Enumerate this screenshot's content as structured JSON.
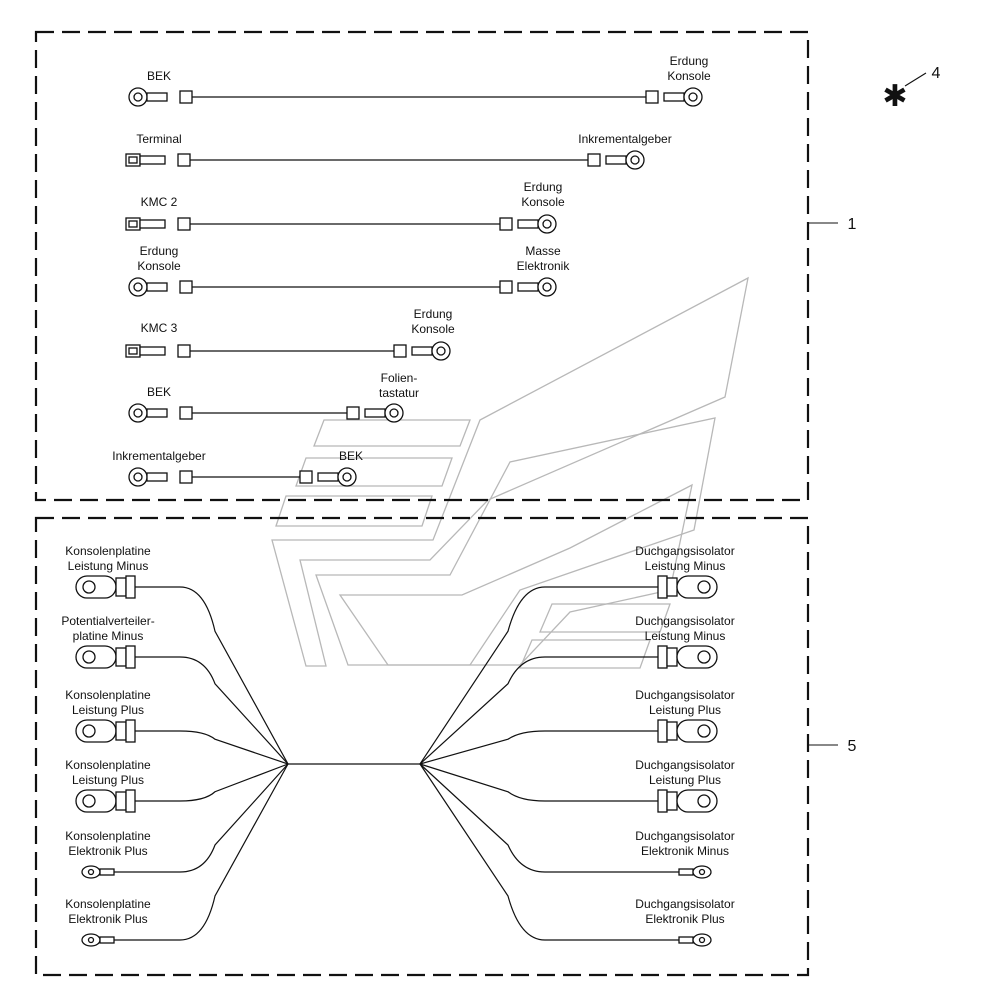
{
  "callouts": {
    "group_1": "1",
    "group_5": "5",
    "group_4": "4"
  },
  "symbol_mark": "✱",
  "group1": {
    "cables": [
      {
        "left": [
          "BEK"
        ],
        "right": [
          "Erdung",
          "Konsole"
        ]
      },
      {
        "left": [
          "Terminal"
        ],
        "right": [
          "Inkrementalgeber"
        ]
      },
      {
        "left": [
          "KMC 2"
        ],
        "right": [
          "Erdung",
          "Konsole"
        ]
      },
      {
        "left": [
          "Erdung",
          "Konsole"
        ],
        "right": [
          "Masse",
          "Elektronik"
        ]
      },
      {
        "left": [
          "KMC 3"
        ],
        "right": [
          "Erdung",
          "Konsole"
        ]
      },
      {
        "left": [
          "BEK"
        ],
        "right": [
          "Folien-",
          "tastatur"
        ]
      },
      {
        "left": [
          "Inkrementalgeber"
        ],
        "right": [
          "BEK"
        ]
      }
    ]
  },
  "group5": {
    "left": [
      [
        "Konsolenplatine",
        "Leistung Minus"
      ],
      [
        "Potentialverteiler-",
        "platine Minus"
      ],
      [
        "Konsolenplatine",
        "Leistung Plus"
      ],
      [
        "Konsolenplatine",
        "Leistung Plus"
      ],
      [
        "Konsolenplatine",
        "Elektronik Plus"
      ],
      [
        "Konsolenplatine",
        "Elektronik Plus"
      ]
    ],
    "right": [
      [
        "Duchgangsisolator",
        "Leistung Minus"
      ],
      [
        "Duchgangsisolator",
        "Leistung Minus"
      ],
      [
        "Duchgangsisolator",
        "Leistung Plus"
      ],
      [
        "Duchgangsisolator",
        "Leistung Plus"
      ],
      [
        "Duchgangsisolator",
        "Elektronik Minus"
      ],
      [
        "Duchgangsisolator",
        "Elektronik Plus"
      ]
    ]
  }
}
